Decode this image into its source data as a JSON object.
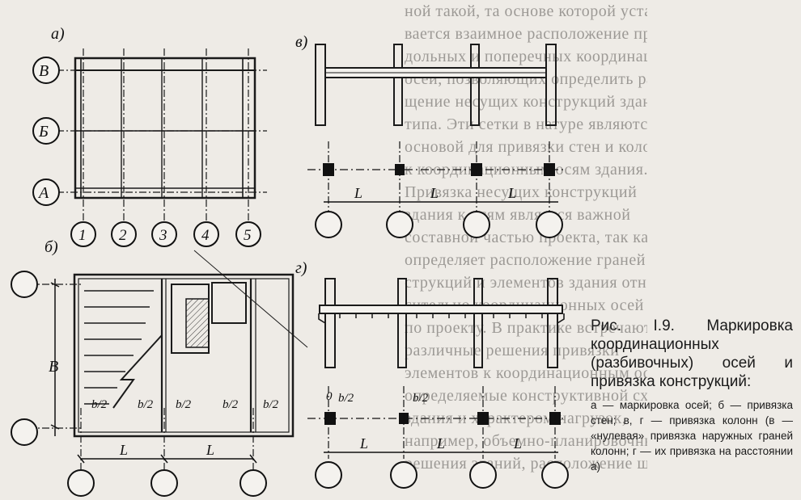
{
  "figure": {
    "panels": {
      "a": "а)",
      "b": "б)",
      "v": "в)",
      "g": "г)"
    },
    "row_axes": [
      "В",
      "Б",
      "А"
    ],
    "column_axes": [
      "1",
      "2",
      "3",
      "4",
      "5"
    ],
    "span_label": "L",
    "half_width_label": "b/2",
    "dimension_B": "В",
    "zero_label": "0"
  },
  "caption": {
    "title": "Рис. I.9. Маркировка координационных (разбивочных) осей и привязка конструкций:",
    "body": "а — маркировка осей; б — привязка стен; в, г — привязка колонн (в — «нулевая» привязка наружных граней колонн; г — их привязка на расстоянии а)"
  },
  "background_text": [
    "ной такой, та основе которой устанавли-",
    "вается взаимное расположение про-",
    "дольных и поперечных координационных",
    "осей, позволяющих определить разме-",
    "щение несущих конструкций здания",
    "типа. Эти сетки в натуре являются",
    "основой для привязки стен и колонн",
    "к координационным осям здания.",
    "Привязка несущих конструкций",
    "здания к осям является важной",
    "составной частью проекта, так как",
    "определяет расположение граней кон-",
    "струкций и элементов здания отно-",
    "сительно координационных осей",
    "по проекту. В практике встречаются",
    "различные решения привязки",
    "элементов к координационным осям,",
    "определяемые конструктивной схемой",
    "здания и характером нагрузок,",
    "например, объемно-планировочные",
    "решения зданий, расположение шахт"
  ]
}
